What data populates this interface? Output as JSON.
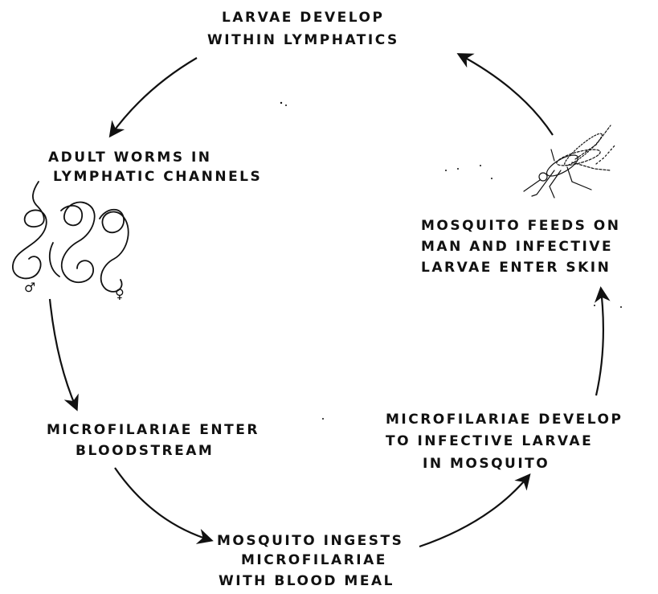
{
  "diagram": {
    "stages": [
      {
        "id": "larvae-develop",
        "lines": [
          "LARVAE DEVELOP",
          "WITHIN LYMPHATICS"
        ]
      },
      {
        "id": "adult-worms",
        "lines": [
          "ADULT WORMS IN",
          "LYMPHATIC CHANNELS"
        ]
      },
      {
        "id": "microfilariae-enter",
        "lines": [
          "MICROFILARIAE ENTER",
          "BLOODSTREAM"
        ]
      },
      {
        "id": "mosquito-ingests",
        "lines": [
          "MOSQUITO INGESTS",
          "MICROFILARIAE",
          "WITH BLOOD MEAL"
        ]
      },
      {
        "id": "microfilariae-develop",
        "lines": [
          "MICROFILARIAE DEVELOP",
          "TO INFECTIVE LARVAE",
          "IN MOSQUITO"
        ]
      },
      {
        "id": "mosquito-feeds",
        "lines": [
          "MOSQUITO FEEDS ON",
          "MAN AND INFECTIVE",
          "LARVAE ENTER SKIN"
        ]
      }
    ],
    "symbols": {
      "male": "♂",
      "female": "♀"
    },
    "icons": [
      "adult-worms-illustration",
      "mosquito-illustration",
      "cycle-arrow"
    ],
    "ink_color": "#111111"
  }
}
